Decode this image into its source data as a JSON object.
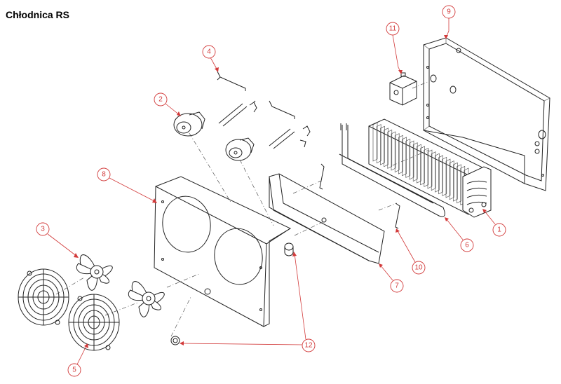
{
  "title": "Chłodnica RS",
  "callouts": [
    {
      "id": "1",
      "label": "1"
    },
    {
      "id": "2",
      "label": "2"
    },
    {
      "id": "3",
      "label": "3"
    },
    {
      "id": "4",
      "label": "4"
    },
    {
      "id": "5",
      "label": "5"
    },
    {
      "id": "6",
      "label": "6"
    },
    {
      "id": "7",
      "label": "7"
    },
    {
      "id": "8",
      "label": "8"
    },
    {
      "id": "9",
      "label": "9"
    },
    {
      "id": "10",
      "label": "10"
    },
    {
      "id": "11",
      "label": "11"
    },
    {
      "id": "12",
      "label": "12"
    }
  ],
  "colors": {
    "callout": "#d23a3a",
    "line": "#222222",
    "background": "#ffffff"
  }
}
